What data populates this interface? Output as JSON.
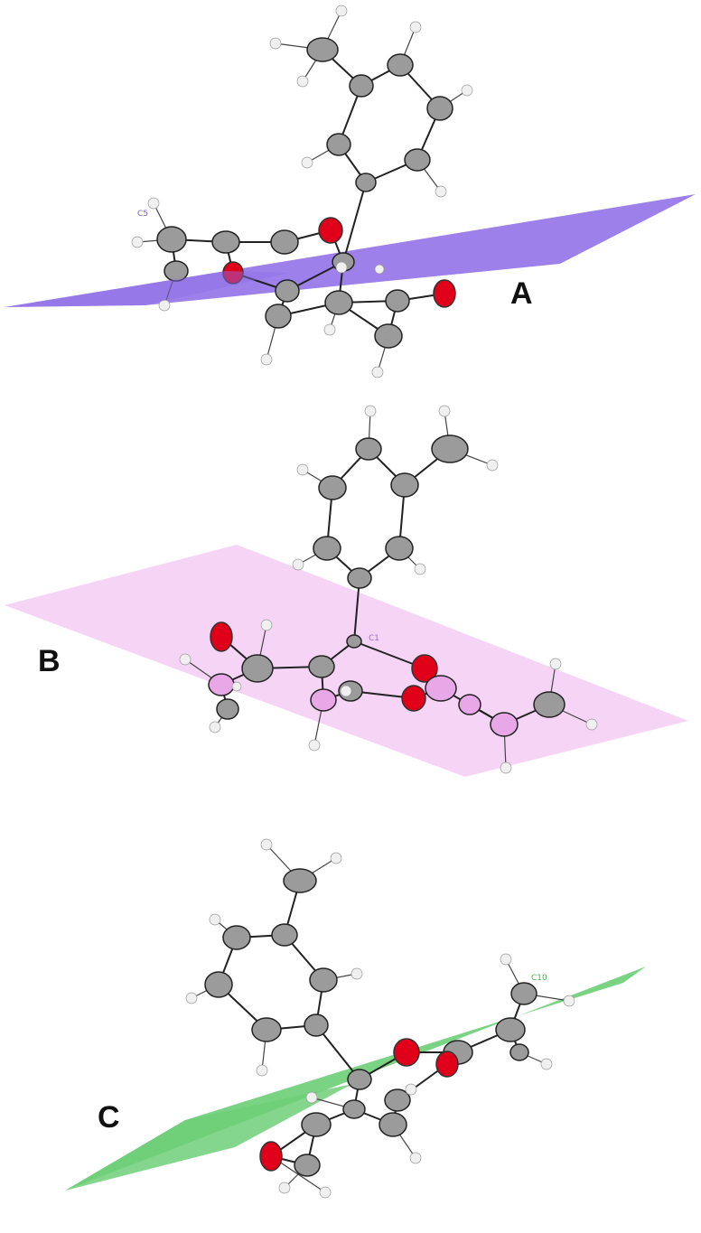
{
  "figure": {
    "panels": [
      {
        "letter": "A",
        "atom_label": "C5",
        "plane_color": "#8f6ee6",
        "label_color": "#7a5cd6"
      },
      {
        "letter": "B",
        "atom_label": "C1",
        "plane_color": "#f6d2f6",
        "label_color": "#a070c8"
      },
      {
        "letter": "C",
        "atom_label": "C10",
        "plane_color": "#6ecf78",
        "label_color": "#40b84a"
      }
    ],
    "atom_colors": {
      "carbon": "#9b9b9b",
      "oxygen": "#e0001a",
      "hydrogen": "#f0f0f0"
    }
  }
}
